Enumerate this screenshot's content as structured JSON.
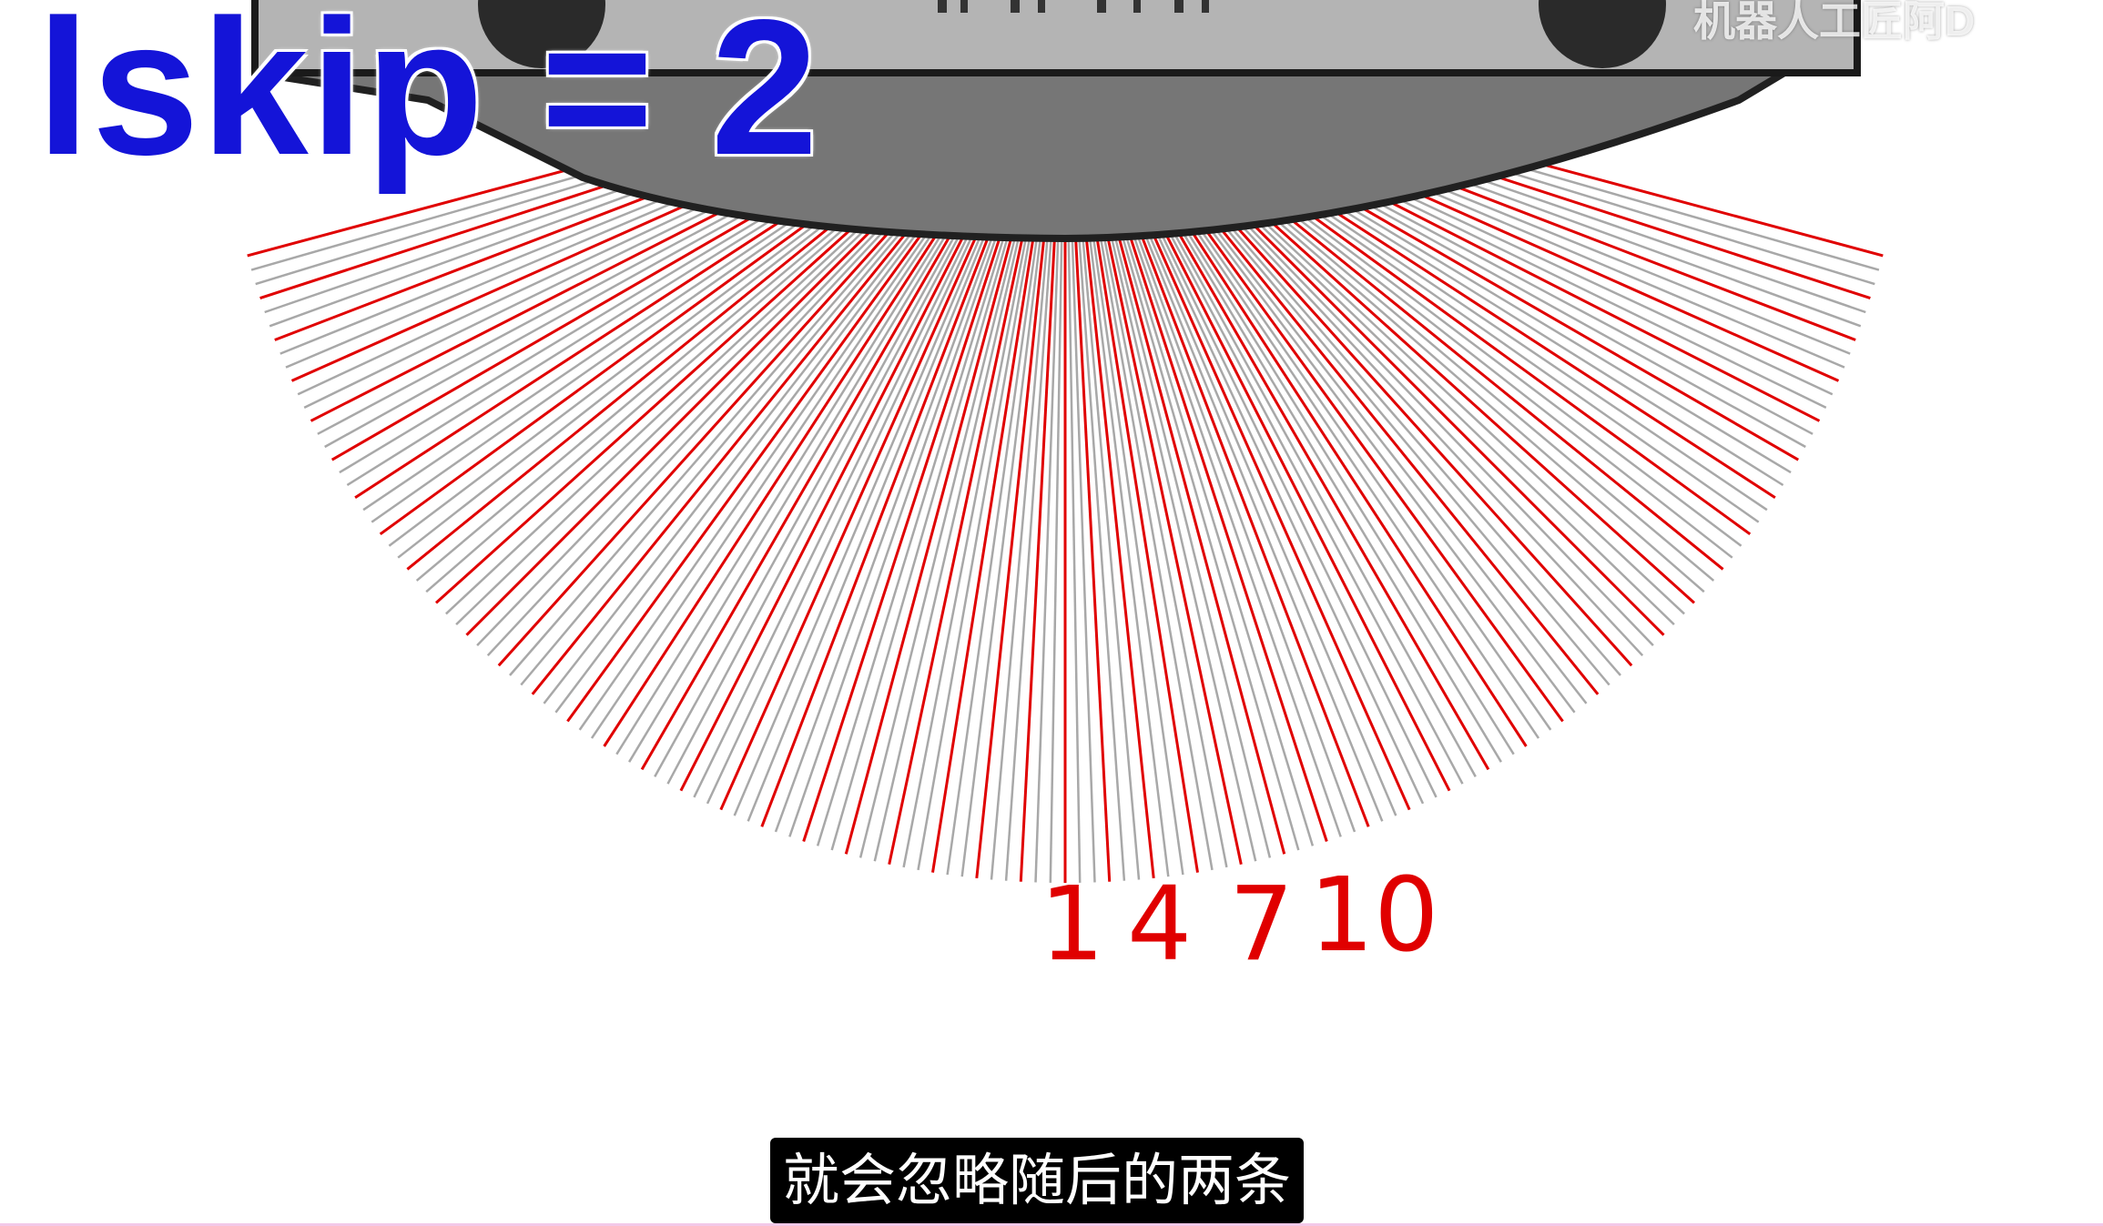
{
  "overlay": {
    "parameter_label": "lskip = 2",
    "watermark": "机器人工匠阿D"
  },
  "beam_indices": [
    "1",
    "4",
    "7",
    "10"
  ],
  "subtitle": "就会忽略随后的两条",
  "scan": {
    "skip": 2,
    "selected_color": "#e00000",
    "skipped_color": "#a8a8a8"
  },
  "colors": {
    "robot_body": "#7a7a7a",
    "robot_top": "#b4b4b4",
    "label_blue": "#1414d8",
    "subtitle_bg": "#000000"
  }
}
